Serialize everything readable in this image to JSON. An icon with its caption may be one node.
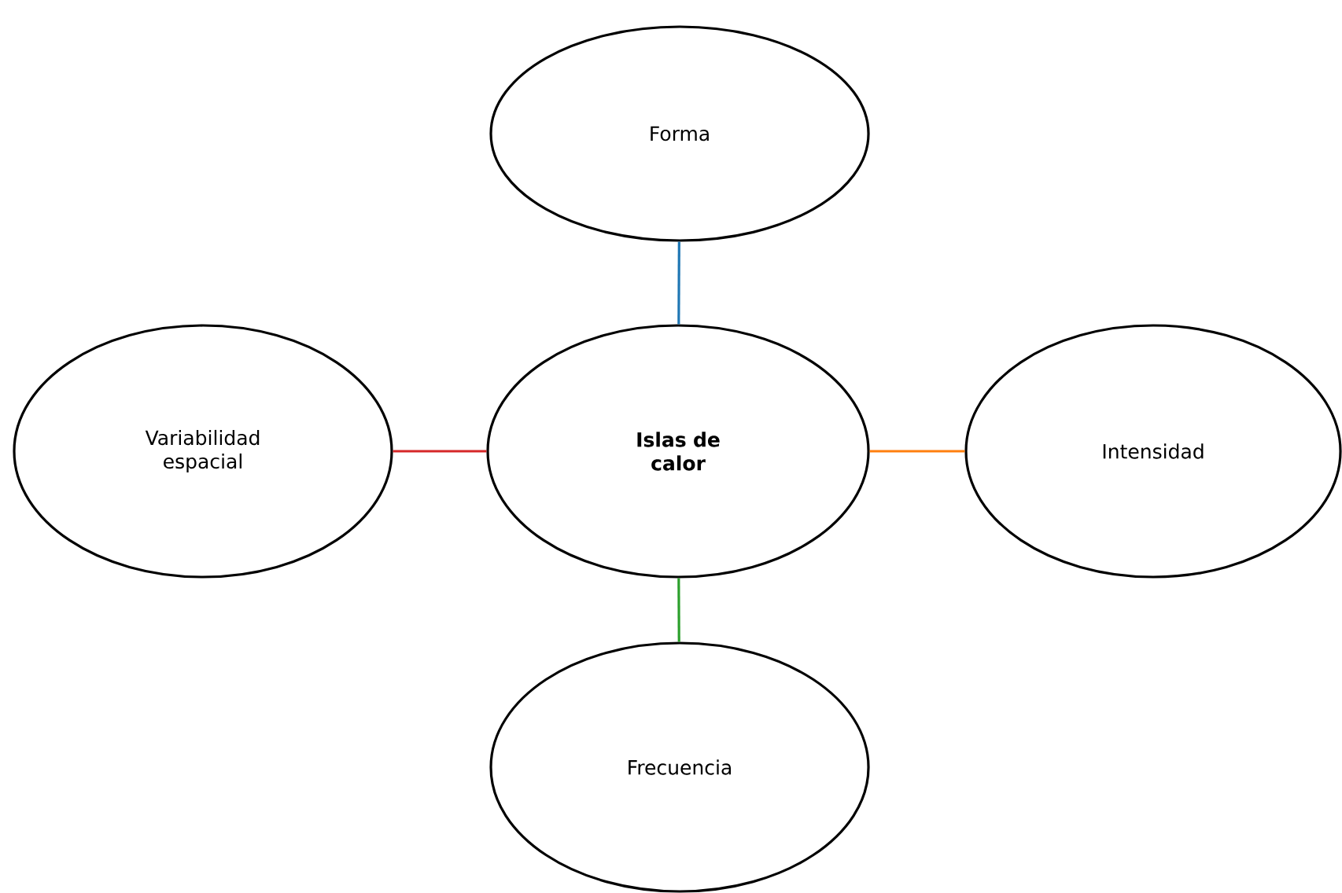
{
  "diagram": {
    "nodes": [
      {
        "text": [
          "Forma"
        ]
      },
      {
        "text": [
          "Variabilidad espacial"
        ]
      },
      {
        "text": [
          "Islas de calor"
        ]
      },
      {
        "text": [
          "Intensidad"
        ]
      },
      {
        "text": [
          "Frecuencia"
        ]
      }
    ],
    "edges": [
      {
        "from": 2,
        "to": 0,
        "arrow": "none",
        "color": "#1f77b4"
      },
      {
        "from": 2,
        "to": 1,
        "arrow": "none",
        "color": "#d62728"
      },
      {
        "from": 2,
        "to": 3,
        "arrow": "none",
        "color": "#ff7f0e"
      },
      {
        "from": 2,
        "to": 4,
        "arrow": "none",
        "color": "#2ca02c"
      }
    ]
  }
}
